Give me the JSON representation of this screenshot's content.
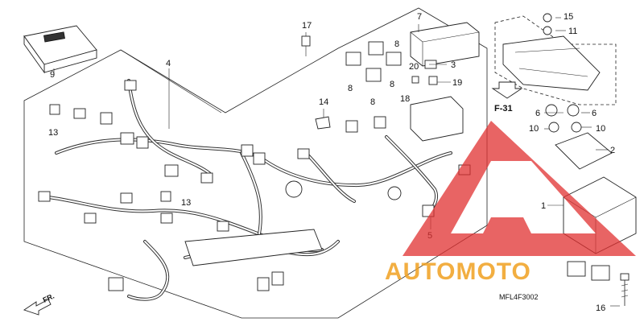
{
  "callouts": {
    "c1": "1",
    "c2": "2",
    "c3": "3",
    "c4": "4",
    "c5": "5",
    "c6a": "6",
    "c6b": "6",
    "c7": "7",
    "c8a": "8",
    "c8b": "8",
    "c8c": "8",
    "c8d": "8",
    "c9": "9",
    "c10a": "10",
    "c10b": "10",
    "c11": "11",
    "c13a": "13",
    "c13b": "13",
    "c14": "14",
    "c15": "15",
    "c16": "16",
    "c17": "17",
    "c18": "18",
    "c19": "19",
    "c20": "20"
  },
  "reference": "F-31",
  "drawing_code": "MFL4F3002",
  "direction_marker": "FR.",
  "watermark": {
    "text": "AUTOMOTO",
    "accent": "#f0a020",
    "logo_color": "#e03030"
  },
  "icons": {
    "arrow": "outline-arrow-icon",
    "logo": "triangle-logo-icon"
  }
}
